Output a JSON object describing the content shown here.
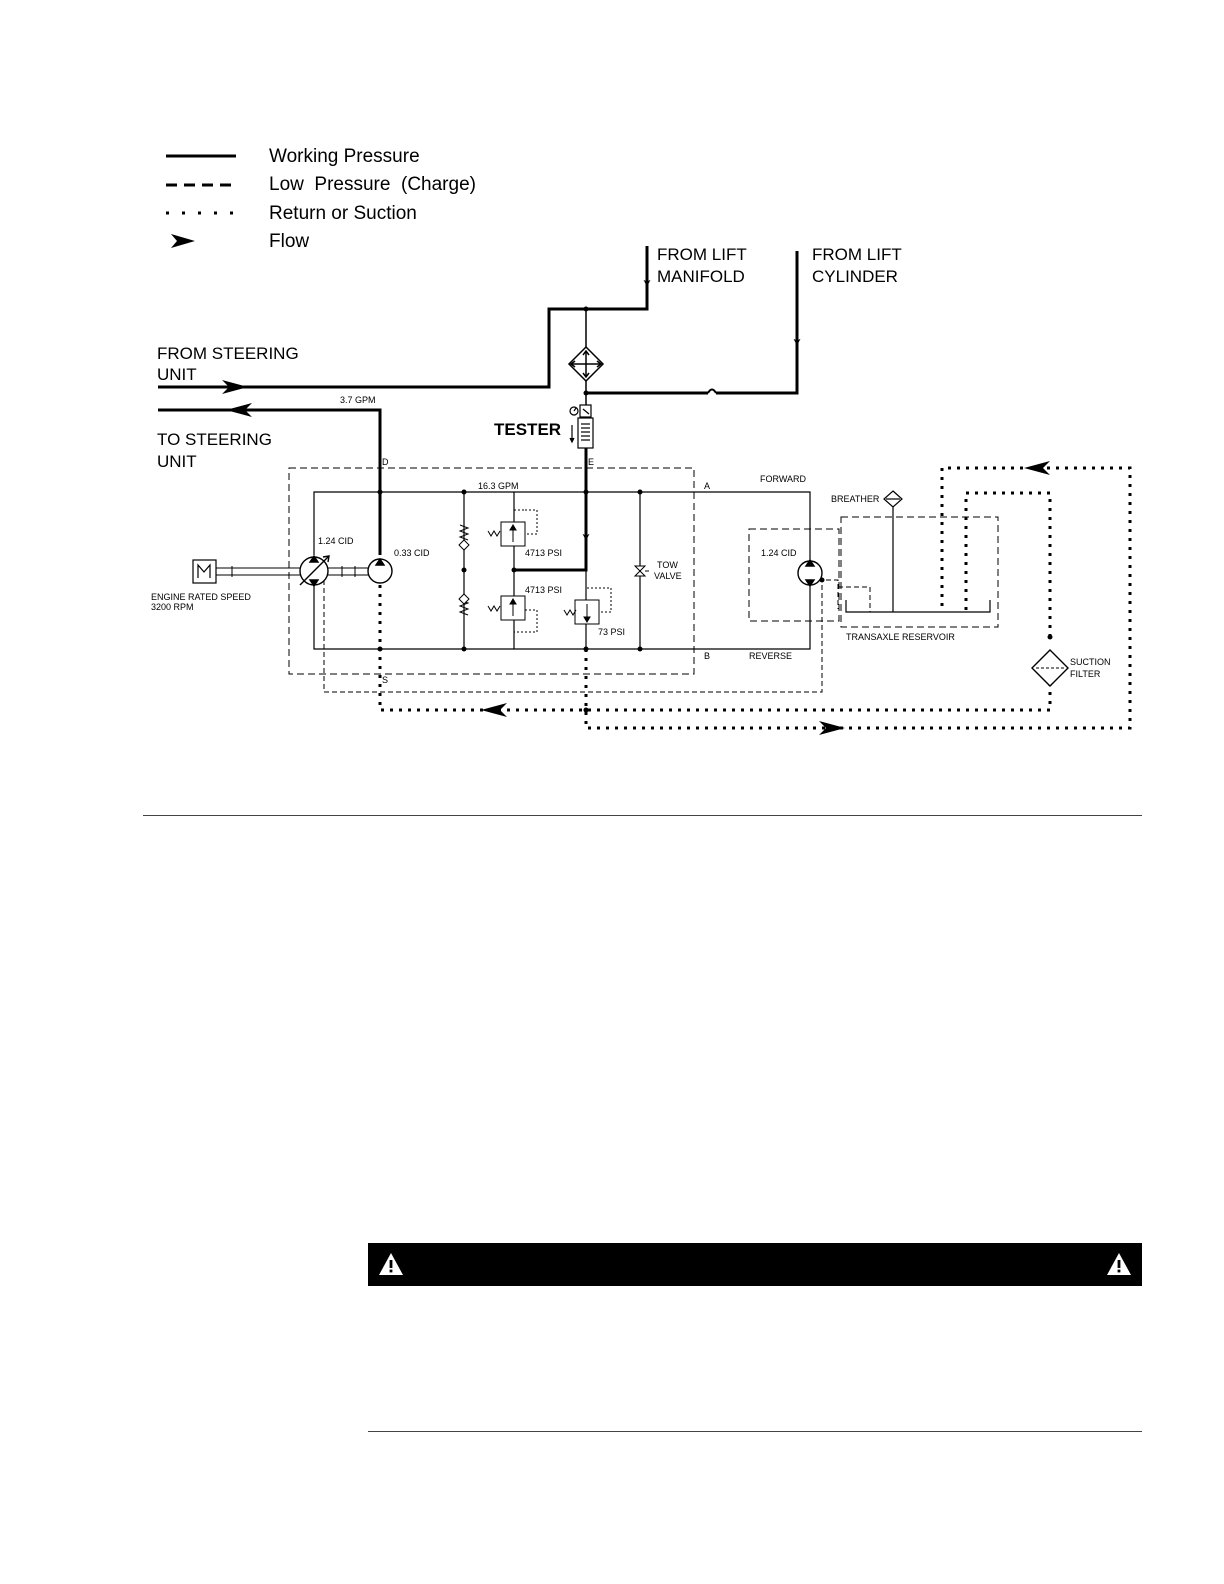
{
  "legend": {
    "items": [
      {
        "label": "Working Pressure",
        "style": "solid"
      },
      {
        "label": "Low  Pressure  (Charge)",
        "style": "dashed"
      },
      {
        "label": "Return or Suction",
        "style": "dotted"
      },
      {
        "label": "Flow",
        "style": "arrow"
      }
    ]
  },
  "labels": {
    "from_lift_manifold": [
      "FROM LIFT",
      "MANIFOLD"
    ],
    "from_lift_cylinder": [
      "FROM LIFT",
      "CYLINDER"
    ],
    "from_steering": [
      "FROM STEERING",
      "UNIT"
    ],
    "to_steering": [
      "TO STEERING",
      "UNIT"
    ],
    "tester": "TESTER",
    "gpm_steering": "3.7 GPM",
    "gpm_main": "16.3 GPM",
    "port_d": "D",
    "port_e": "E",
    "port_a": "A",
    "port_b": "B",
    "port_s": "S",
    "forward": "FORWARD",
    "reverse": "REVERSE",
    "breather": "BREATHER",
    "pump_cid": "1.24 CID",
    "charge_cid": "0.33 CID",
    "motor_cid": "1.24 CID",
    "psi_relief_1": "4713 PSI",
    "psi_relief_2": "4713 PSI",
    "psi_charge": "73 PSI",
    "tow_valve": [
      "TOW",
      "VALVE"
    ],
    "engine": [
      "ENGINE RATED SPEED",
      "3200 RPM"
    ],
    "reservoir": "TRANSAXLE RESERVOIR",
    "suction_filter": [
      "SUCTION",
      "FILTER"
    ]
  },
  "colors": {
    "ink": "#000000",
    "warning_bar": "#000000",
    "rule": "#444444"
  },
  "icons": {
    "warning": "warning-triangle-icon"
  }
}
